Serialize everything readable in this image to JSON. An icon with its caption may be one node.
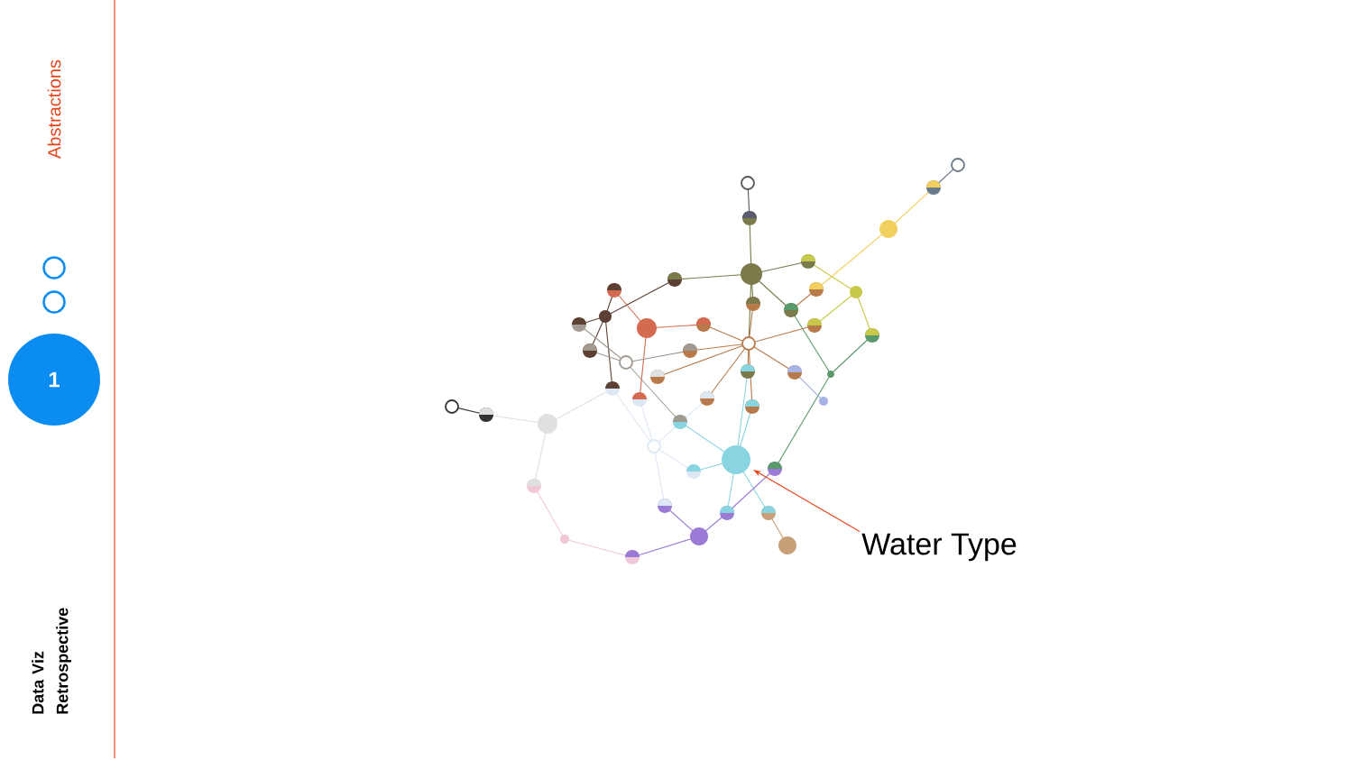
{
  "diagram": {
    "nodes": [
      {
        "text": [],
        "shape": "circle"
      },
      {
        "text": [],
        "shape": "circle"
      },
      {
        "text": [
          "1"
        ]
      },
      {
        "text": [
          "Water Type"
        ]
      },
      {
        "text": [],
        "shape": "circle"
      }
    ],
    "edges": [
      {
        "from": 3,
        "to": 4,
        "arrow": "to",
        "color": "#e8441a"
      }
    ],
    "labels": [
      "Abstractions",
      "Data Viz Retrospective"
    ]
  }
}
